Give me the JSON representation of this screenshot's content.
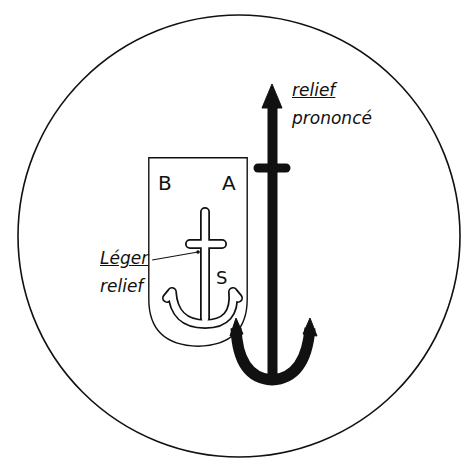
{
  "diagram": {
    "nodes": [
      {
        "text": [
          "B",
          "A",
          "S"
        ]
      }
    ],
    "labels": [
      "Léger relief",
      "relief prononcé"
    ]
  }
}
